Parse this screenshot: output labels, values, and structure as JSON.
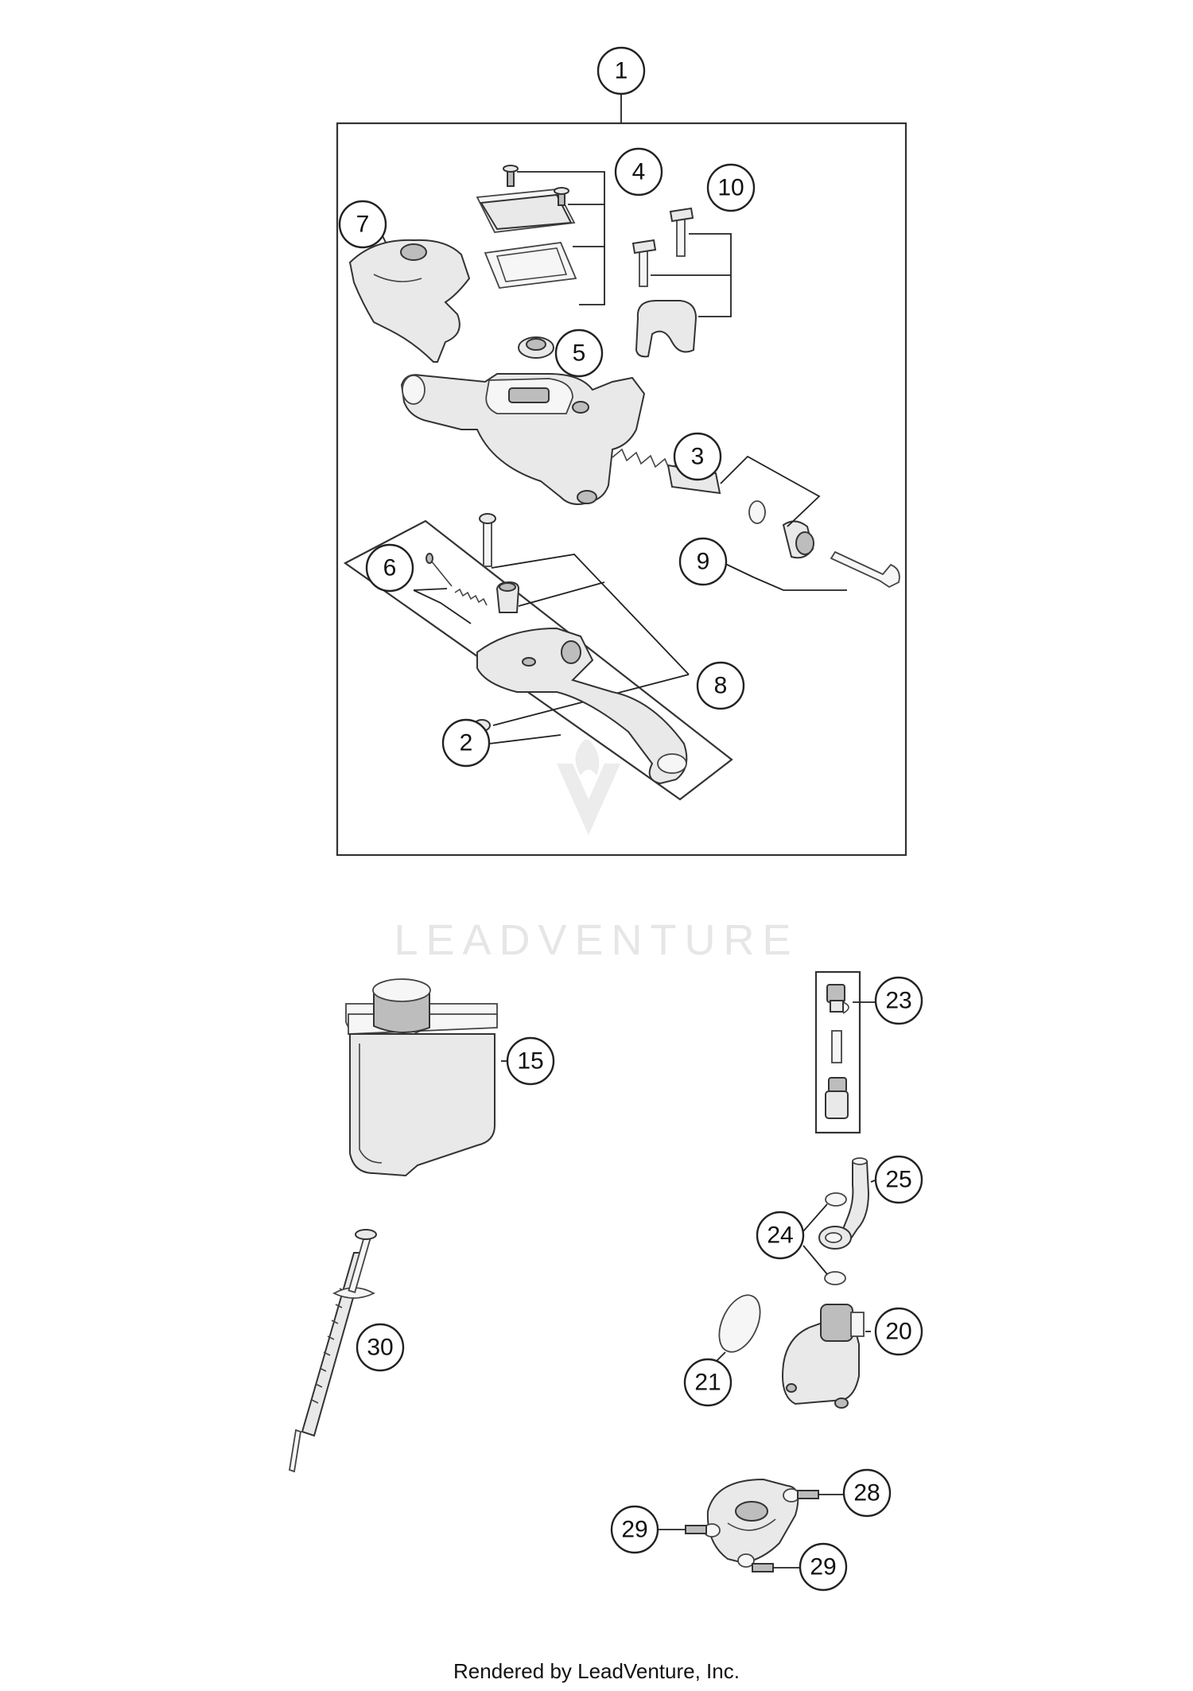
{
  "watermark": {
    "text": "LEADVENTURE"
  },
  "footer": {
    "text": "Rendered by LeadVenture, Inc."
  },
  "callouts": {
    "c1": "1",
    "c2": "2",
    "c3": "3",
    "c4": "4",
    "c5": "5",
    "c6": "6",
    "c7": "7",
    "c8": "8",
    "c9": "9",
    "c10": "10",
    "c15": "15",
    "c20": "20",
    "c21": "21",
    "c23": "23",
    "c24": "24",
    "c25": "25",
    "c28": "28",
    "c29a": "29",
    "c29b": "29",
    "c30": "30"
  }
}
